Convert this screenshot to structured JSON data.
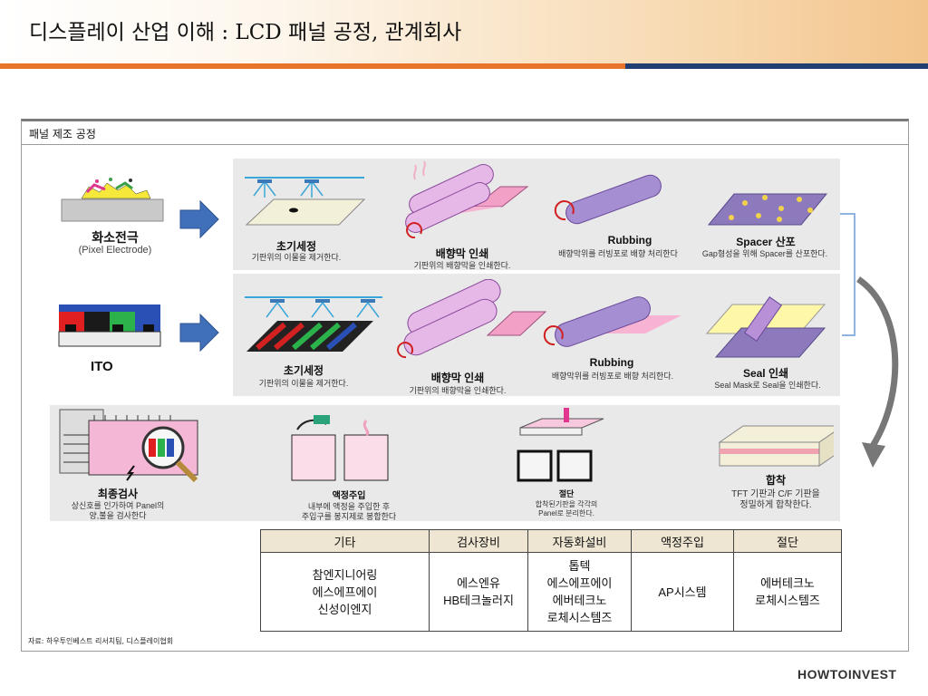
{
  "header": {
    "title": "디스플레이 산업 이해 : LCD 패널 공정, 관계회사"
  },
  "section": {
    "title": "패널 제조 공정"
  },
  "row1": {
    "left_title": "화소전극",
    "left_sub": "(Pixel Electrode)",
    "steps": [
      {
        "title": "초기세정",
        "desc": "기판위의 이물을 제거한다."
      },
      {
        "title": "배향막 인쇄",
        "desc": "기판위의 배향막을 인쇄한다."
      },
      {
        "title": "Rubbing",
        "desc": "배향막위를 러빙포로 배향 처리한다"
      },
      {
        "title": "Spacer 산포",
        "desc": "Gap형성을 위해 Spacer를 산포한다."
      }
    ]
  },
  "row2": {
    "left_title": "ITO",
    "steps": [
      {
        "title": "초기세정",
        "desc": "기판위의 이물을 제거한다."
      },
      {
        "title": "배향막 인쇄",
        "desc": "기판위의 배향막을 인쇄한다."
      },
      {
        "title": "Rubbing",
        "desc": "배향막위를 러빙포로 배향 처리한다."
      },
      {
        "title": "Seal 인쇄",
        "desc": "Seal Mask로 Seal을 인쇄한다."
      }
    ]
  },
  "row3": {
    "steps": [
      {
        "title": "최종검사",
        "desc1": "상신호를 인가하여 Panel의",
        "desc2": "양,불을 검사한다"
      },
      {
        "title": "액정주입",
        "desc1": "내부에 액정을 주입한 후",
        "desc2": "주입구를 봉지제로 봉합한다"
      },
      {
        "title": "절단",
        "desc1": "합착된기판을 각각의",
        "desc2": "Panel로 분리한다."
      },
      {
        "title": "합착",
        "desc1": "TFT 기판과 C/F 기판을",
        "desc2": "정밀하게 합착한다."
      }
    ]
  },
  "suppliers": {
    "headers": [
      "기타",
      "검사장비",
      "자동화설비",
      "액정주입",
      "절단"
    ],
    "cells": [
      [
        "참엔지니어링",
        "에스에프에이",
        "신성이엔지"
      ],
      [
        "에스엔유",
        "HB테크놀러지"
      ],
      [
        "톱텍",
        "에스에프에이",
        "에버테크노",
        "로체시스템즈"
      ],
      [
        "AP시스템"
      ],
      [
        "에버테크노",
        "로체시스템즈"
      ]
    ]
  },
  "footer": {
    "source": "자료: 하우투인베스트 리서치팀, 디스플레이협회",
    "logo": "HOWTOINVEST"
  },
  "colors": {
    "accent_orange": "#e8742a",
    "accent_navy": "#213e73",
    "table_header": "#eee6d2"
  }
}
